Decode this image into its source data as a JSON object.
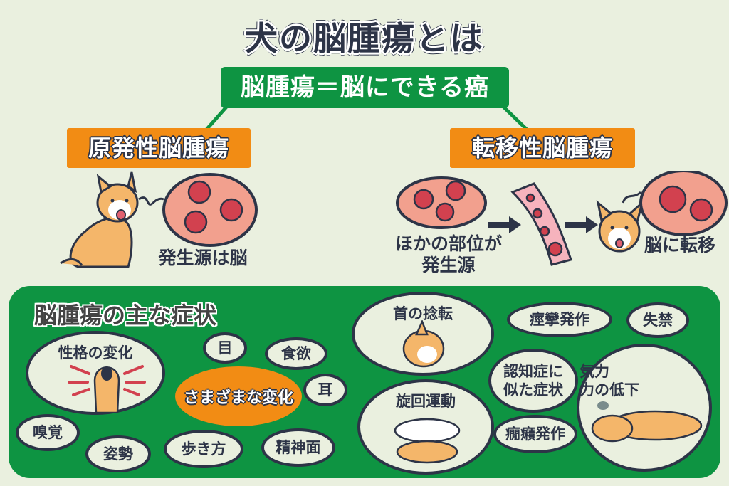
{
  "title": "犬の脳腫瘍とは",
  "definition": "脳腫瘍＝脳にできる癌",
  "categories": {
    "primary": {
      "label": "原発性脳腫瘍",
      "caption": "発生源は脳"
    },
    "metastatic": {
      "label": "転移性脳腫瘍",
      "source_caption_line1": "ほかの部位が",
      "source_caption_line2": "発生源",
      "destination_caption": "脳に転移"
    }
  },
  "symptoms": {
    "heading": "脳腫瘍の主な症状",
    "center": "さまざまな変化",
    "items": [
      {
        "label": "性格の変化"
      },
      {
        "label": "目"
      },
      {
        "label": "食欲"
      },
      {
        "label": "耳"
      },
      {
        "label": "嗅覚"
      },
      {
        "label": "姿勢"
      },
      {
        "label": "歩き方"
      },
      {
        "label": "精神面"
      },
      {
        "label": "首の捻転"
      },
      {
        "label": "痙攣発作"
      },
      {
        "label": "失禁"
      },
      {
        "label": "認知症に\n似た症状",
        "line1": "認知症に",
        "line2": "似た症状"
      },
      {
        "label": "旋回運動"
      },
      {
        "label": "癇癪発作"
      },
      {
        "label": "気力\n力の低下",
        "line1": "気力",
        "line2": "力の低下"
      }
    ]
  },
  "colors": {
    "background": "#eaf0df",
    "green": "#0e9442",
    "orange": "#f28c14",
    "navy": "#2d3447",
    "tumor_red": "#d2414f",
    "tissue_pink": "#f2a08e"
  }
}
